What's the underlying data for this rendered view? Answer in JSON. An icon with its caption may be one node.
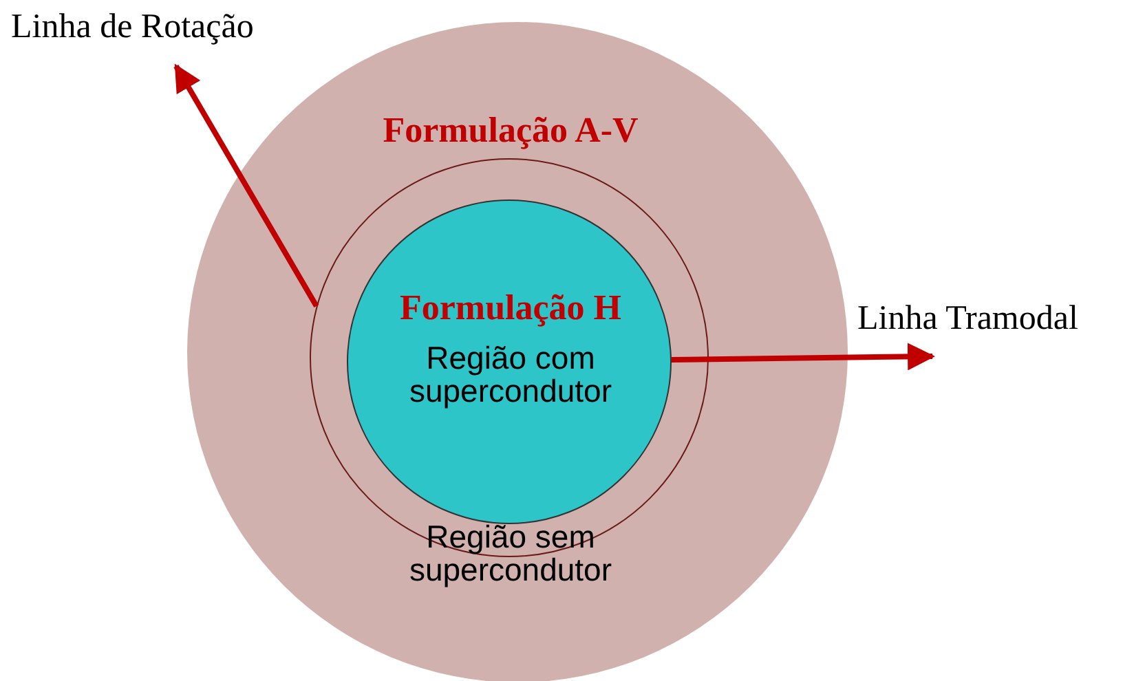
{
  "diagram": {
    "nodes": [
      {
        "text": [],
        "shape": "circle"
      },
      {
        "text": [
          "Formulação A-V",
          "Região sem supercondutor"
        ],
        "in": 0
      },
      {
        "text": [
          "Formulação H",
          "Região com supercondutor"
        ],
        "in": 1
      },
      {
        "text": [
          "Linha de Rotação"
        ]
      },
      {
        "text": [
          "Linha Tramodal"
        ]
      }
    ],
    "edges": [
      {
        "from": 1,
        "to": 3,
        "arrow": "to"
      },
      {
        "from": 2,
        "to": 4,
        "arrow": "to"
      }
    ]
  }
}
